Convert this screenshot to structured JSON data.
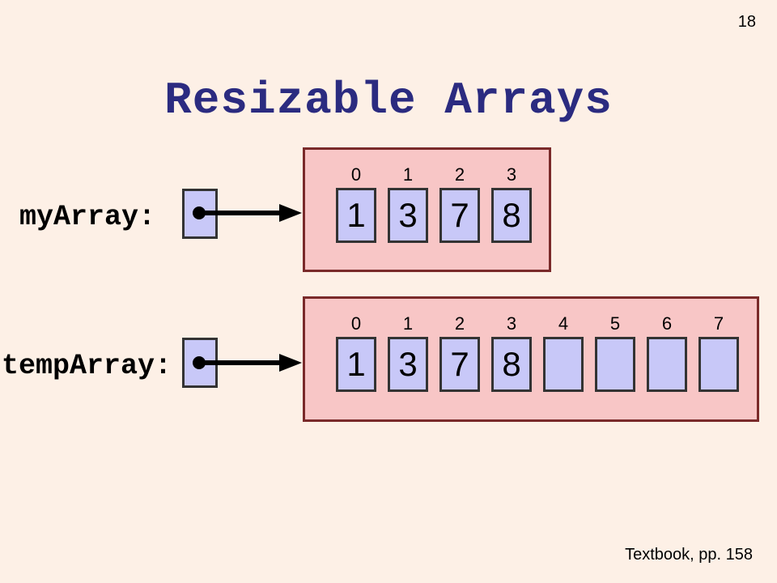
{
  "page_number": "18",
  "title": "Resizable Arrays",
  "my_array": {
    "label": "myArray:",
    "indices": [
      "0",
      "1",
      "2",
      "3"
    ],
    "values": [
      "1",
      "3",
      "7",
      "8"
    ]
  },
  "temp_array": {
    "label": "tempArray:",
    "indices": [
      "0",
      "1",
      "2",
      "3",
      "4",
      "5",
      "6",
      "7"
    ],
    "values": [
      "1",
      "3",
      "7",
      "8",
      "",
      "",
      "",
      ""
    ]
  },
  "footer": "Textbook, pp. 158",
  "colors": {
    "background": "#fdf0e6",
    "title": "#2b2b80",
    "cell_fill": "#c8c8f8",
    "container_fill": "#f8c6c6",
    "container_border": "#7a2a2a"
  }
}
